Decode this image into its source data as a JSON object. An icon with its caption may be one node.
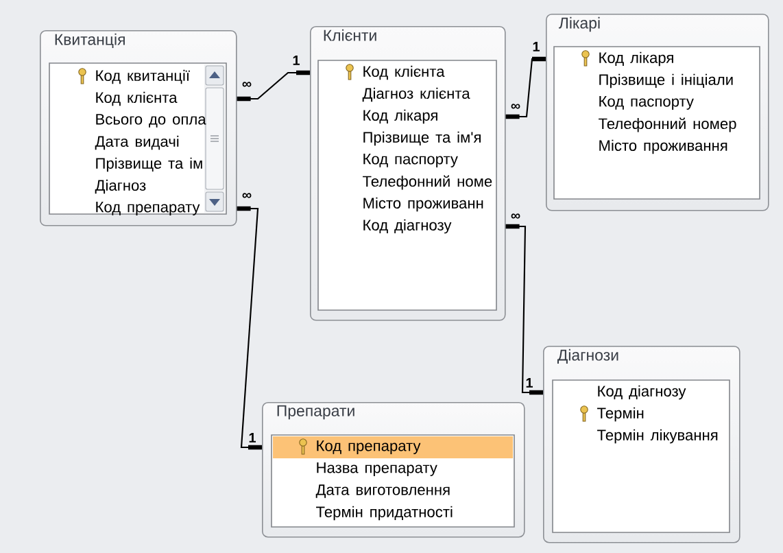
{
  "diagram": {
    "nodes": [
      {
        "text": [
          "Квитанція"
        ]
      },
      {
        "text": [
          "Код квитанції"
        ],
        "in": 0
      },
      {
        "text": [
          "Код клієнта"
        ],
        "in": 0
      },
      {
        "text": [
          "Всього до опла"
        ],
        "in": 0
      },
      {
        "text": [
          "Дата видачі"
        ],
        "in": 0
      },
      {
        "text": [
          "Прізвище та ім"
        ],
        "in": 0
      },
      {
        "text": [
          "Діагноз"
        ],
        "in": 0
      },
      {
        "text": [
          "Код препарату"
        ],
        "in": 0
      },
      {
        "text": [
          "Клієнти"
        ]
      },
      {
        "text": [
          "Код клієнта"
        ],
        "in": 8
      },
      {
        "text": [
          "Діагноз клієнта"
        ],
        "in": 8
      },
      {
        "text": [
          "Код лікаря"
        ],
        "in": 8
      },
      {
        "text": [
          "Прізвище та ім'я"
        ],
        "in": 8
      },
      {
        "text": [
          "Код паспорту"
        ],
        "in": 8
      },
      {
        "text": [
          "Телефонний номе"
        ],
        "in": 8
      },
      {
        "text": [
          "Місто проживанн"
        ],
        "in": 8
      },
      {
        "text": [
          "Код діагнозу"
        ],
        "in": 8
      },
      {
        "text": [
          "Лікарі"
        ]
      },
      {
        "text": [
          "Код лікаря"
        ],
        "in": 17
      },
      {
        "text": [
          "Прізвище і ініціали"
        ],
        "in": 17
      },
      {
        "text": [
          "Код паспорту"
        ],
        "in": 17
      },
      {
        "text": [
          "Телефонний номер"
        ],
        "in": 17
      },
      {
        "text": [
          "Місто проживання"
        ],
        "in": 17
      },
      {
        "text": [
          "Препарати"
        ]
      },
      {
        "text": [
          "Код препарату"
        ],
        "in": 23
      },
      {
        "text": [
          "Назва препарату"
        ],
        "in": 23
      },
      {
        "text": [
          "Дата виготовлення"
        ],
        "in": 23
      },
      {
        "text": [
          "Термін придатності"
        ],
        "in": 23
      },
      {
        "text": [
          "Діагнози"
        ]
      },
      {
        "text": [
          "Код діагнозу"
        ],
        "in": 28
      },
      {
        "text": [
          "Термін"
        ],
        "in": 28
      },
      {
        "text": [
          "Термін лікування"
        ],
        "in": 28
      }
    ],
    "edges": [
      {
        "from": 0,
        "to": 8,
        "arrow": "other"
      },
      {
        "from": 0,
        "to": 23,
        "arrow": "other"
      },
      {
        "from": 8,
        "to": 17,
        "arrow": "other"
      },
      {
        "from": 8,
        "to": 28,
        "arrow": "other"
      }
    ],
    "labels": [
      "1",
      "1",
      "∞",
      "∞",
      "∞",
      "∞",
      "1",
      "1"
    ]
  }
}
